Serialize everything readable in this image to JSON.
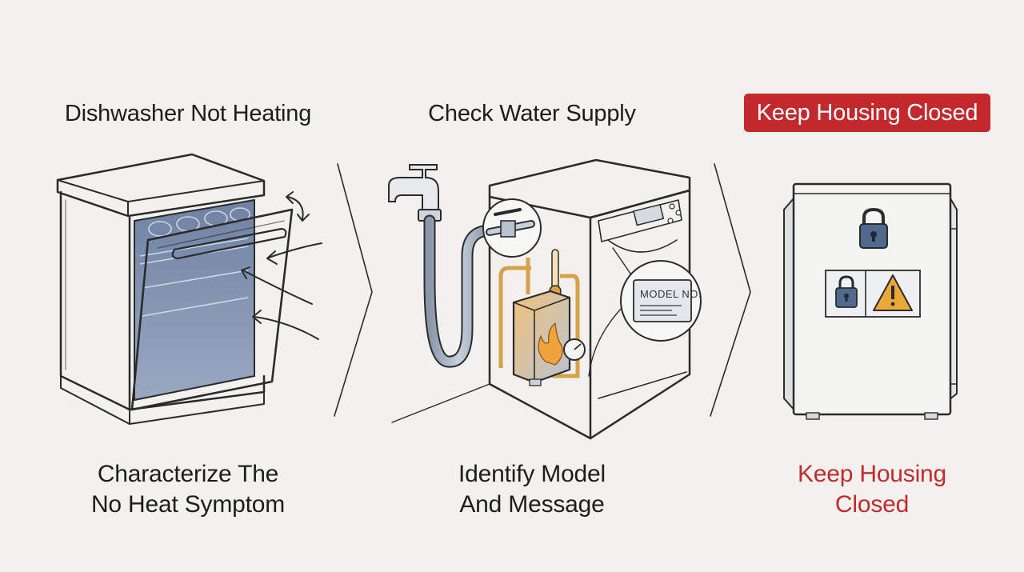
{
  "panels": [
    {
      "title": "Dishwasher Not Heating",
      "caption_line1": "Characterize The",
      "caption_line2": "No Heat Symptom"
    },
    {
      "title": "Check Water Supply",
      "caption_line1": "Identify Model",
      "caption_line2": "And Message",
      "model_plate": "MODEL NO."
    },
    {
      "title": "Keep Housing Closed",
      "caption_line1": "Keep Housing",
      "caption_line2": "Closed"
    }
  ],
  "colors": {
    "background": "#f2f1ed",
    "warning_red": "#c3282c",
    "heater_orange": "#e2a040",
    "lock_blue": "#4f6a8c",
    "warning_yellow": "#eaa838"
  },
  "icons": [
    "dishwasher-icon",
    "door-arrow-icon",
    "faucet-icon",
    "hose-icon",
    "water-heater-icon",
    "thermometer-icon",
    "pressure-gauge-icon",
    "lock-icon",
    "warning-triangle-icon",
    "chevron-right-icon"
  ]
}
